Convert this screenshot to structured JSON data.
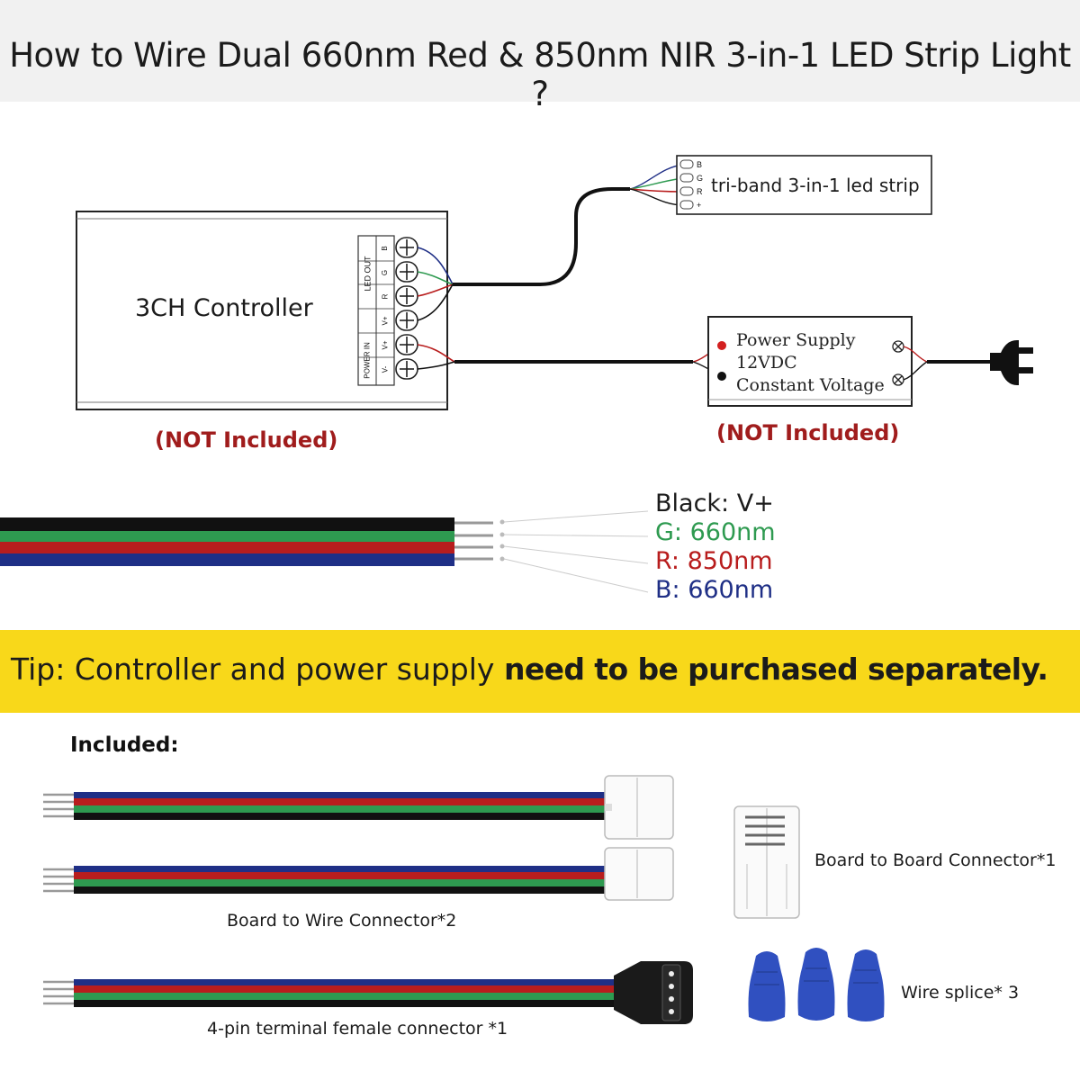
{
  "title": "How to Wire Dual 660nm Red & 850nm NIR 3-in-1 LED Strip Light ?",
  "controller": {
    "label": "3CH Controller",
    "not_included": "(NOT Included)",
    "led_out_label": "LED OUT",
    "power_in_label": "POWER IN",
    "pins": [
      "B",
      "G",
      "R",
      "V+",
      "V+",
      "V-"
    ]
  },
  "strip": {
    "label": "tri-band 3-in-1 led strip",
    "pins": [
      "B",
      "G",
      "R",
      "+"
    ]
  },
  "power_supply": {
    "line1": "Power Supply",
    "line2": "12VDC",
    "line3": "Constant Voltage",
    "not_included": "(NOT Included)"
  },
  "wire_legend": {
    "black": "Black: V+",
    "green": "G: 660nm",
    "red": "R: 850nm",
    "blue": "B: 660nm"
  },
  "colors": {
    "green": "#2e9a50",
    "red": "#b81d1d",
    "blue": "#1f2f86",
    "black": "#111111",
    "tip_bg": "#f8d81a"
  },
  "tip": {
    "prefix": "Tip: Controller and power supply ",
    "bold": "need to be purchased separately."
  },
  "included": {
    "heading": "Included:",
    "board_to_wire": "Board to Wire Connector*2",
    "board_to_board": "Board to Board Connector*1",
    "terminal": "4-pin terminal female connector *1",
    "splice": "Wire splice* 3"
  }
}
